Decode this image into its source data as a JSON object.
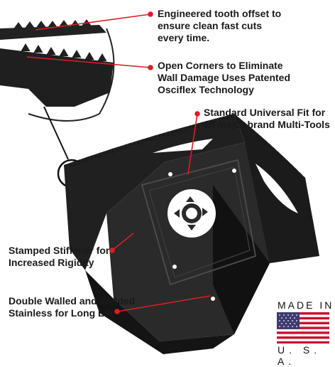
{
  "callouts": {
    "tooth_offset": [
      "Engineered tooth offset to",
      "ensure clean fast cuts",
      "every time."
    ],
    "open_corners": [
      "Open Corners to Eliminate",
      "Wall Damage Uses Patented",
      "Osciflex Technology"
    ],
    "universal_fit": [
      "Standard Universal Fit for",
      "all major brand Multi-Tools"
    ],
    "stiffener": [
      "Stamped Stiffener for",
      "Increased Rigidity"
    ],
    "double_walled": [
      "Double Walled and Welded",
      "Stainless for Long Life"
    ]
  },
  "badge": {
    "top_text": "MADE IN",
    "bottom_text": "U. S. A."
  },
  "colors": {
    "callout_line": "#e01b24",
    "blade": "#1a1a1a",
    "flag_red": "#c8102e",
    "flag_blue": "#3c3b6e"
  }
}
